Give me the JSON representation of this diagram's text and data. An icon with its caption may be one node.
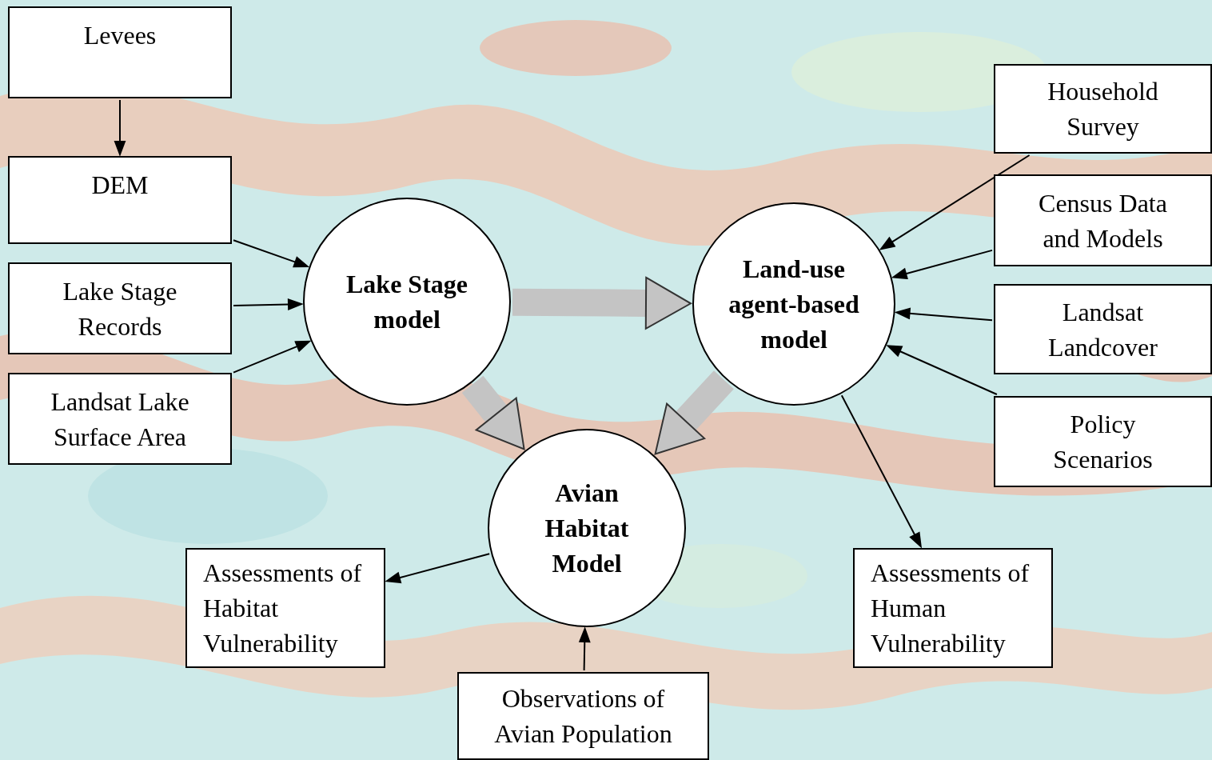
{
  "diagram": {
    "nodes": [
      {
        "text": [
          "Levees"
        ]
      },
      {
        "text": [
          "DEM"
        ]
      },
      {
        "text": [
          "Lake Stage Records"
        ]
      },
      {
        "text": [
          "Landsat Lake Surface Area"
        ]
      },
      {
        "text": [
          "Lake Stage model"
        ]
      },
      {
        "text": [
          "Land-use agent-based model"
        ]
      },
      {
        "text": [
          "Household Survey"
        ]
      },
      {
        "text": [
          "Census Data and Models"
        ]
      },
      {
        "text": [
          "Landsat Landcover"
        ]
      },
      {
        "text": [
          "Policy Scenarios"
        ]
      },
      {
        "text": [
          "Avian Habitat Model"
        ]
      },
      {
        "text": [
          "Assessments of Habitat Vulnerability"
        ]
      },
      {
        "text": [
          "Assessments of Human Vulnerability"
        ]
      },
      {
        "text": [
          "Observations of Avian Population"
        ]
      }
    ],
    "edges": [
      {
        "from": 0,
        "to": 1,
        "arrow": "to"
      },
      {
        "from": 1,
        "to": 4,
        "arrow": "to"
      },
      {
        "from": 2,
        "to": 4,
        "arrow": "to"
      },
      {
        "from": 3,
        "to": 4,
        "arrow": "to"
      },
      {
        "from": 4,
        "to": 5,
        "arrow": "to",
        "style": "thick",
        "color": "#c4c4c4"
      },
      {
        "from": 6,
        "to": 5,
        "arrow": "to"
      },
      {
        "from": 7,
        "to": 5,
        "arrow": "to"
      },
      {
        "from": 8,
        "to": 5,
        "arrow": "to"
      },
      {
        "from": 9,
        "to": 5,
        "arrow": "to"
      },
      {
        "from": 4,
        "to": 10,
        "arrow": "to",
        "style": "thick",
        "color": "#c4c4c4"
      },
      {
        "from": 5,
        "to": 10,
        "arrow": "to",
        "style": "thick",
        "color": "#c4c4c4"
      },
      {
        "from": 10,
        "to": 11,
        "arrow": "to"
      },
      {
        "from": 5,
        "to": 12,
        "arrow": "to"
      },
      {
        "from": 13,
        "to": 10,
        "arrow": "to"
      }
    ]
  }
}
